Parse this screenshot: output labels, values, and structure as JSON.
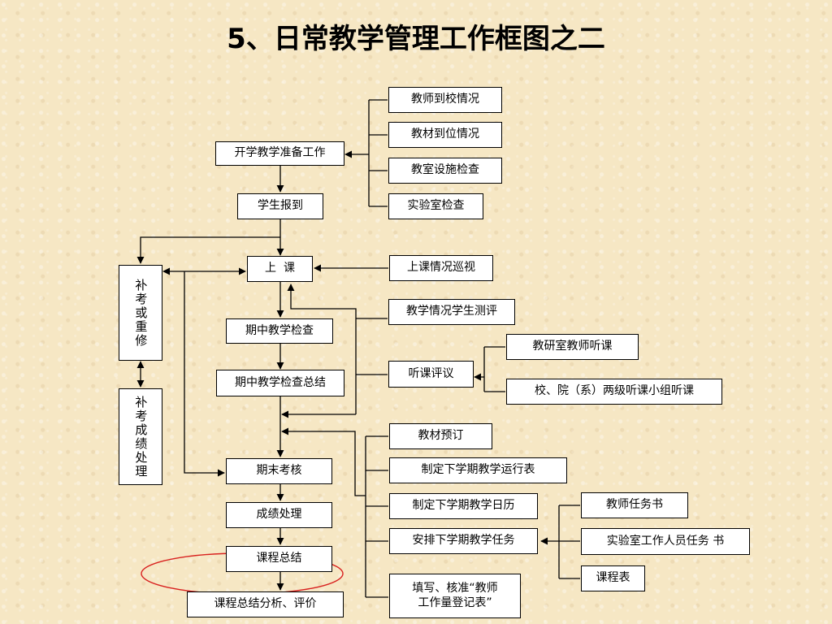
{
  "title": "5、日常教学管理工作框图之二",
  "main_flow": {
    "kaixue": "开学教学准备工作",
    "baodao": "学生报到",
    "shangke": "上  课",
    "qizhong_jiancha": "期中教学检查",
    "qizhong_zongjie": "期中教学检查总结",
    "qimo": "期末考核",
    "chengji": "成绩处理",
    "kecheng_zongjie": "课程总结",
    "zongjie_fenxi": "课程总结分析、评价"
  },
  "left_column": {
    "bukao": "补考或重修",
    "bukao_chengji": "补考成绩处理"
  },
  "prep_checks": [
    "教师到校情况",
    "教材到位情况",
    "教室设施检查",
    "实验室检查"
  ],
  "class_patrol": "上课情况巡视",
  "midterm_side": {
    "pingce": "教学情况学生测评",
    "tingke_pingyi": "听课评议"
  },
  "listening_groups": [
    "教研室教师听课",
    "校、院（系）两级听课小组听课"
  ],
  "term_end_tasks": {
    "jiaocai_yuding": "教材预订",
    "yunxingbiao": "制定下学期教学运行表",
    "rili": "制定下学期教学日历",
    "renwu": "安排下学期教学任务",
    "gongzuoliang": "填写、核准“教师\n工作量登记表”"
  },
  "task_outputs": [
    "教师任务书",
    "实验室工作人员任务 书",
    "课程表"
  ],
  "highlight_color": "#d8201e"
}
